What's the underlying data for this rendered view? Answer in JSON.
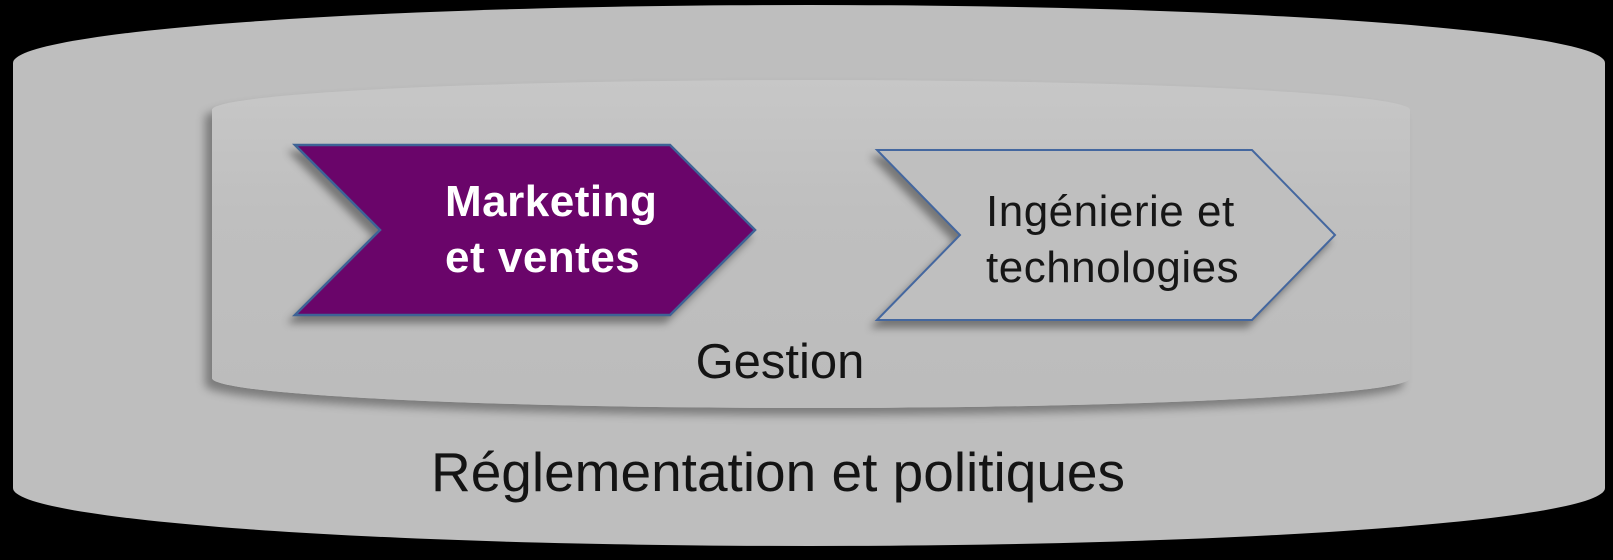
{
  "background": "#000000",
  "diagram": {
    "outer_zone": {
      "label": "Réglementation et politiques",
      "fill": "#BEBEBE"
    },
    "inner_zone": {
      "label": "Gestion",
      "fill": "#BFBFBF"
    },
    "steps": [
      {
        "label": "Marketing et ventes",
        "line1": "Marketing",
        "line2": "et ventes",
        "fill": "#6A056A",
        "border": "#3E6396",
        "text_color": "#FFFFFF"
      },
      {
        "label": "Ingénierie et technologies",
        "line1": "Ingénierie et",
        "line2": "technologies",
        "fill": "#BFBFBF",
        "border": "#44679F",
        "text_color": "#161616"
      }
    ]
  }
}
